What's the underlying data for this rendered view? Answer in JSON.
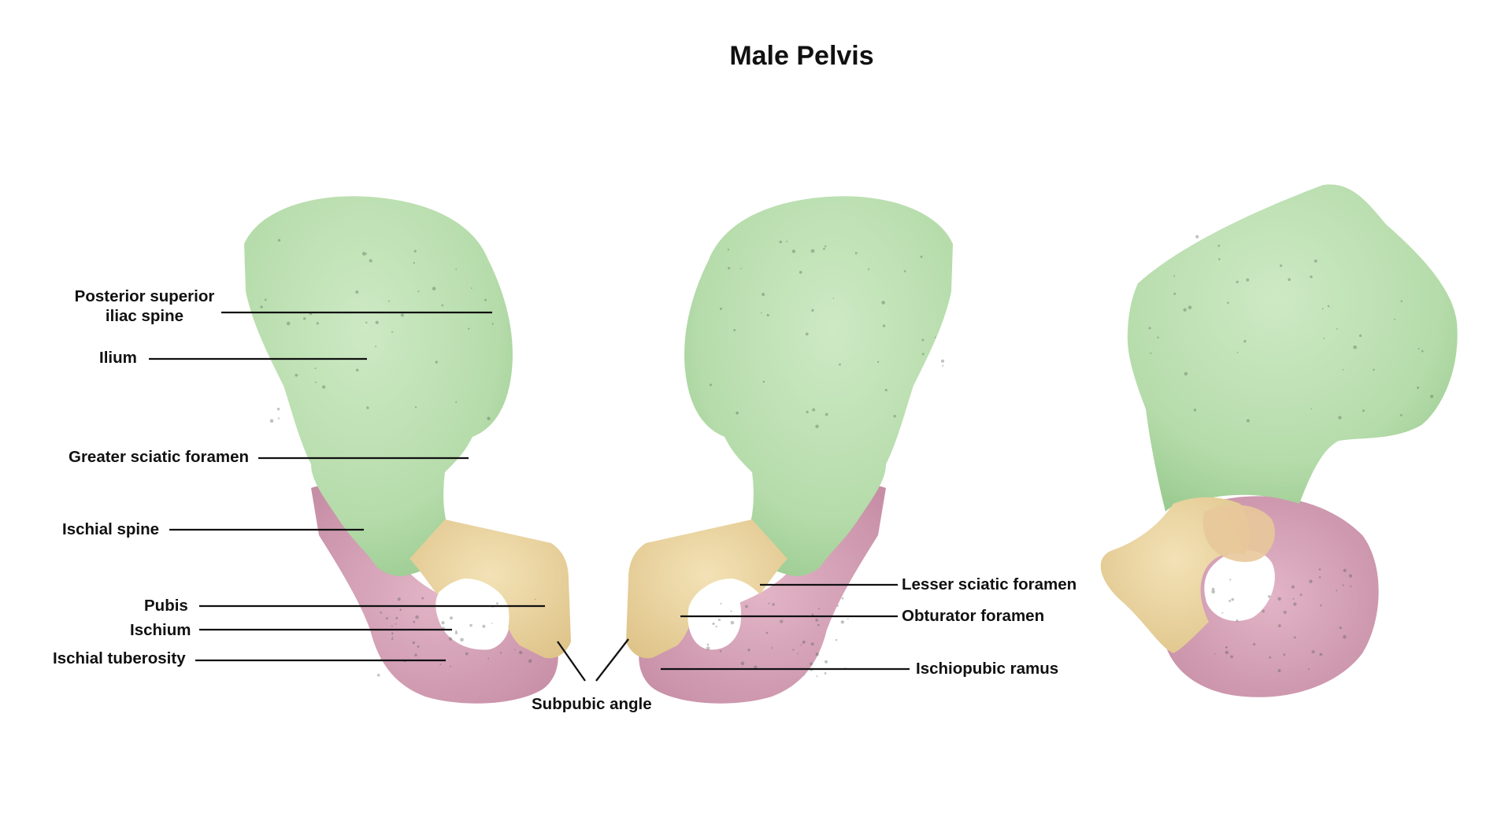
{
  "title": "Male Pelvis",
  "colors": {
    "ilium": "#b9dfb0",
    "ischium": "#d7a3b8",
    "pubis": "#ecd6a0",
    "background": "#ffffff",
    "text": "#111111"
  },
  "legend_regions": [
    "ilium",
    "ischium",
    "pubis"
  ],
  "labels": {
    "posterior_superior_iliac_spine": "Posterior superior\niliac spine",
    "ilium": "Ilium",
    "greater_sciatic_foramen": "Greater sciatic foramen",
    "ischial_spine": "Ischial spine",
    "pubis": "Pubis",
    "ischium": "Ischium",
    "ischial_tuberosity": "Ischial tuberosity",
    "subpubic_angle": "Subpubic angle",
    "lesser_sciatic_foramen": "Lesser sciatic foramen",
    "obturator_foramen": "Obturator foramen",
    "ischiopubic_ramus": "Ischiopubic ramus"
  }
}
